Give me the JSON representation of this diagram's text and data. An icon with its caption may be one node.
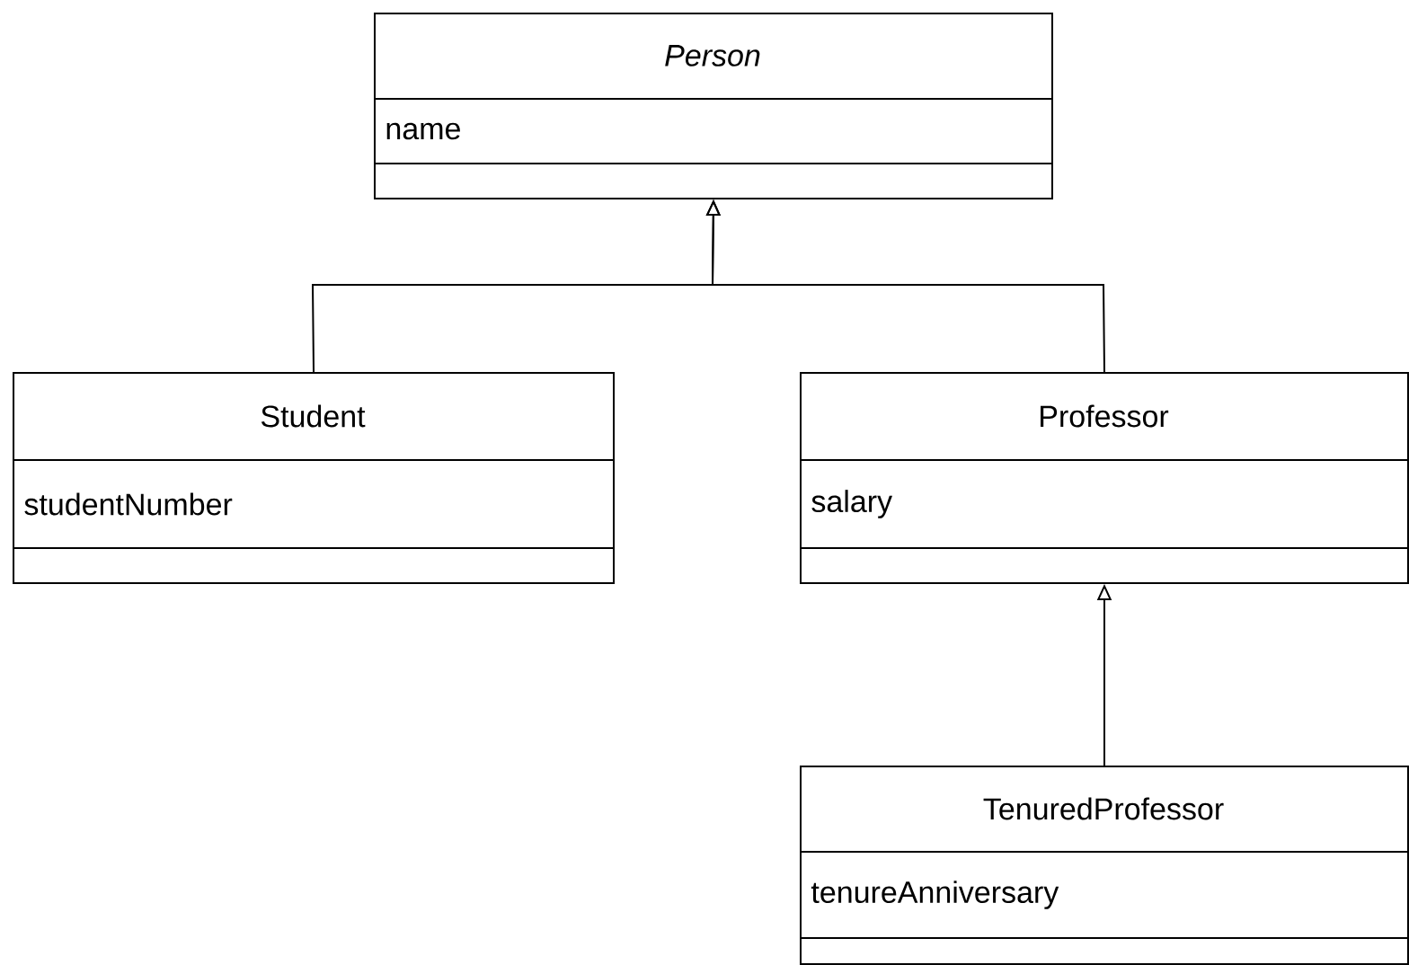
{
  "diagram": {
    "nodes": [
      {
        "text": [
          "Person",
          "name"
        ]
      },
      {
        "text": [
          "Student",
          "studentNumber"
        ]
      },
      {
        "text": [
          "Professor",
          "salary"
        ]
      },
      {
        "text": [
          "TenuredProfessor",
          "tenureAnniversary"
        ]
      }
    ],
    "edges": [
      {
        "from": 1,
        "to": 0,
        "arrow": "to"
      },
      {
        "from": 2,
        "to": 0,
        "arrow": "to"
      },
      {
        "from": 3,
        "to": 2,
        "arrow": "to"
      }
    ]
  }
}
